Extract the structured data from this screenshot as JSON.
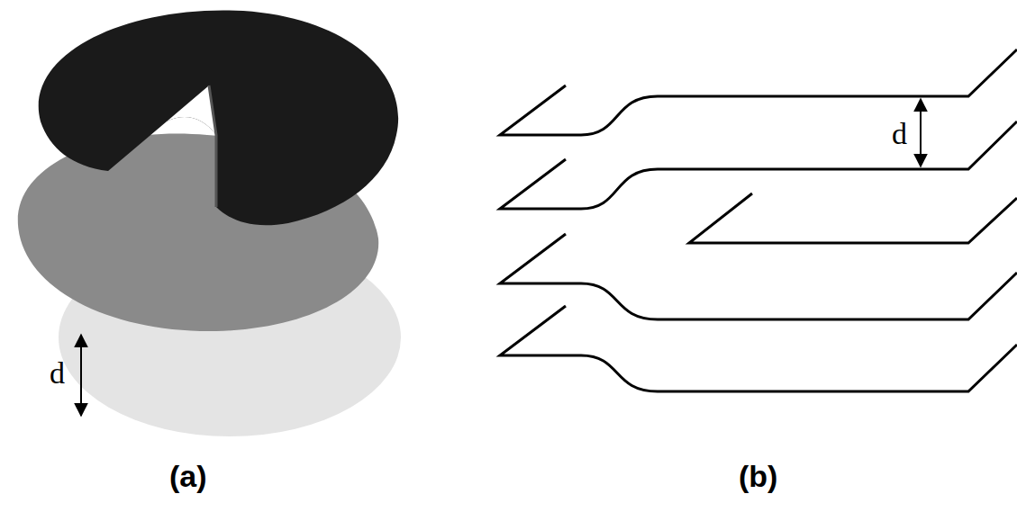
{
  "diagram": {
    "labels": [
      "d",
      "d",
      "(a)",
      "(b)"
    ]
  }
}
